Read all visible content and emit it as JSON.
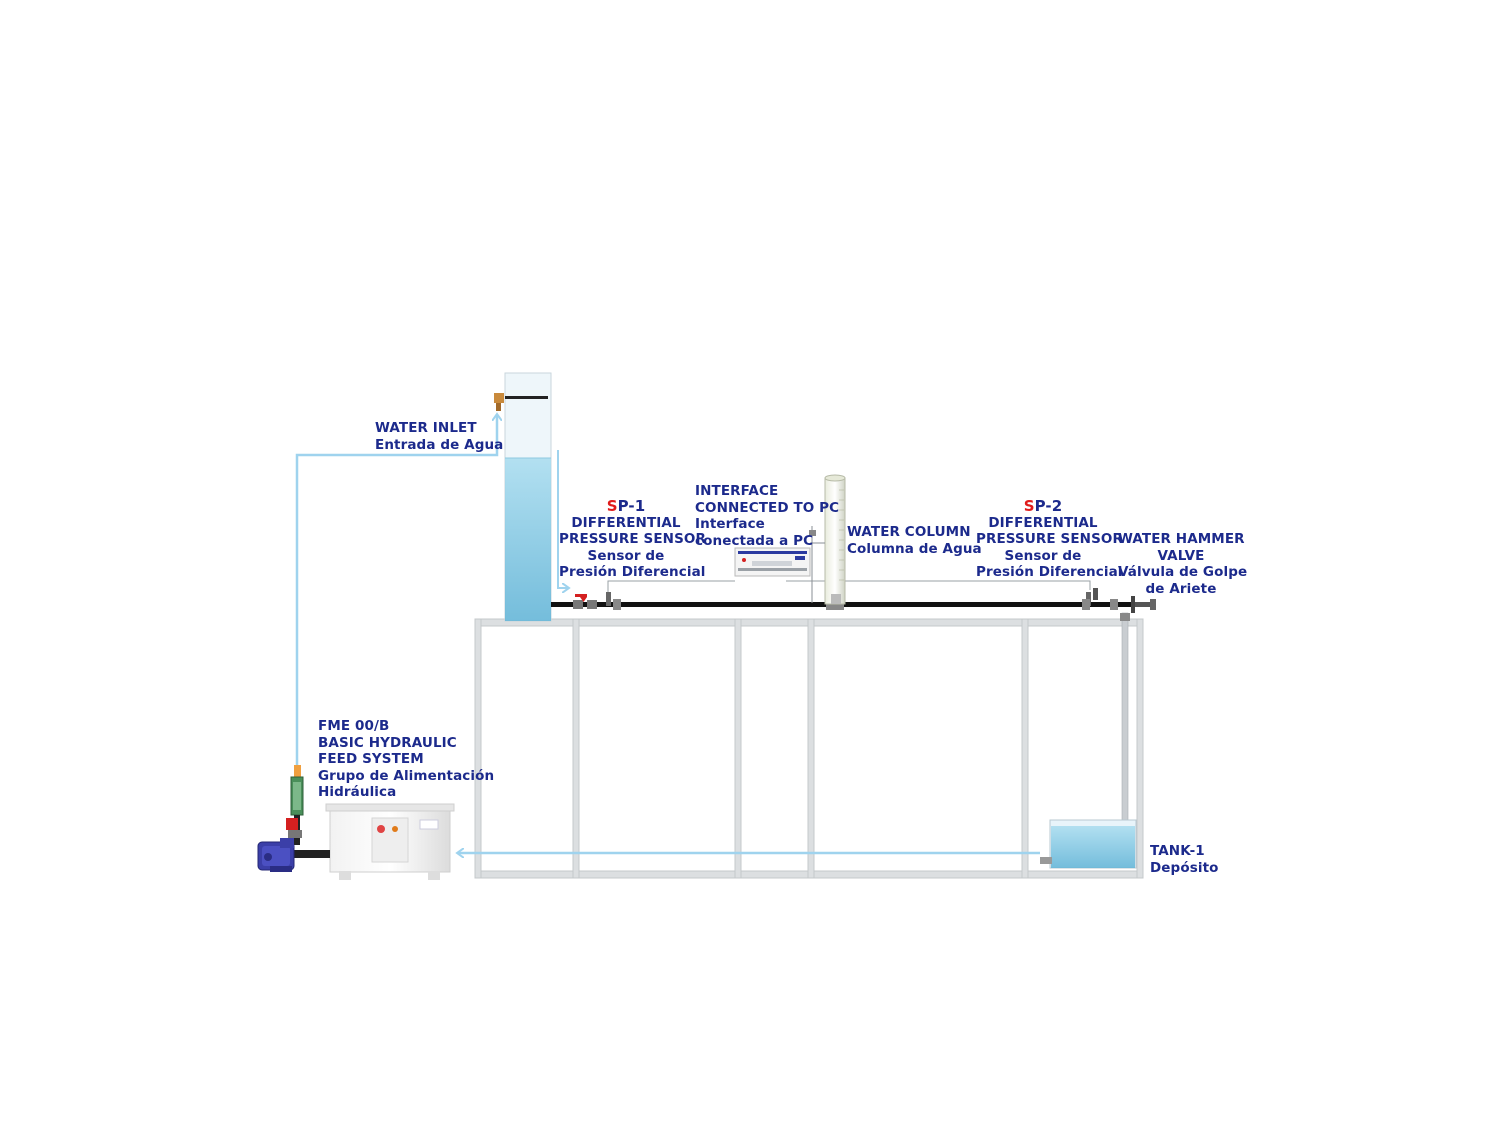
{
  "labels": {
    "water_inlet": {
      "line1": "WATER INLET",
      "line2": "Entrada de Agua"
    },
    "sp1": {
      "tag_s": "S",
      "tag_rest": "P-1",
      "line1": "DIFFERENTIAL",
      "line2": "PRESSURE SENSOR",
      "line3": "Sensor de",
      "line4": "Presión Diferencial"
    },
    "interface": {
      "line1": "INTERFACE",
      "line2": "CONNECTED TO PC",
      "line3": "Interface",
      "line4": "conectada a PC"
    },
    "water_column": {
      "line1": "WATER COLUMN",
      "line2": "Columna de Agua"
    },
    "sp2": {
      "tag_s": "S",
      "tag_rest": "P-2",
      "line1": "DIFFERENTIAL",
      "line2": "PRESSURE SENSOR",
      "line3": "Sensor de",
      "line4": "Presión Diferencial"
    },
    "water_hammer_valve": {
      "line1": "WATER HAMMER",
      "line2": "VALVE",
      "line3": "Válvula de Golpe",
      "line4": "de Ariete"
    },
    "fme": {
      "line1": "FME 00/B",
      "line2": "BASIC HYDRAULIC",
      "line3": "FEED SYSTEM",
      "line4": "Grupo de Alimentación",
      "line5": "Hidráulica"
    },
    "tank1": {
      "line1": "TANK-1",
      "line2": "Depósito"
    }
  },
  "colors": {
    "label_text": "#1c2a8c",
    "sensor_tag": "#e01b1b",
    "flow_arrow": "#9fd3ee",
    "water": "#7cc6e2",
    "pipe": "#111111",
    "frame": "#d9dcde",
    "pump": "#3b3fa8"
  },
  "icons": [
    "arrow-icon",
    "valve-icon",
    "pump-icon",
    "tank-icon"
  ]
}
